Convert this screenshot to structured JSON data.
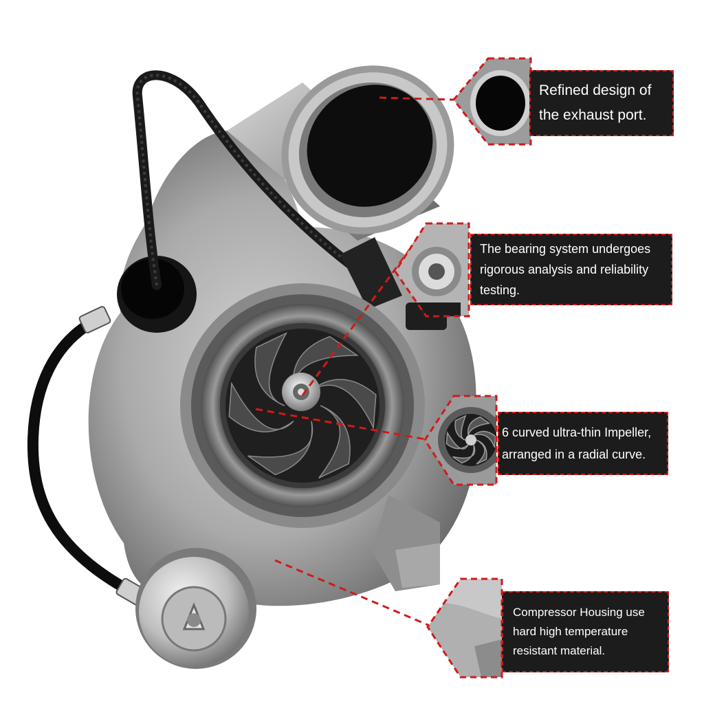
{
  "callouts": {
    "exhaust": {
      "lines": [
        "Refined design of",
        "the exhaust port."
      ],
      "icon": "exhaust-port-thumbnail"
    },
    "bearing": {
      "lines": [
        "The bearing system undergoes",
        "rigorous analysis and reliability",
        "testing."
      ],
      "icon": "bearing-fitting-thumbnail"
    },
    "impeller": {
      "lines": [
        "6 curved ultra-thin Impeller,",
        "arranged in a radial curve."
      ],
      "icon": "impeller-thumbnail"
    },
    "housing": {
      "lines": [
        "Compressor Housing use",
        "hard high temperature",
        "resistant material."
      ],
      "icon": "housing-material-thumbnail"
    }
  },
  "colors": {
    "accent": "#d11a1a",
    "panel": "#1c1c1c",
    "metal": "#a9a9a9",
    "text": "#ffffff"
  }
}
